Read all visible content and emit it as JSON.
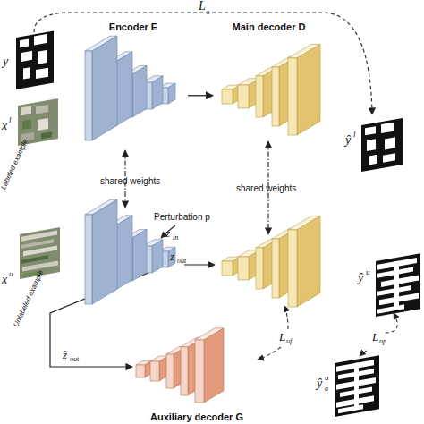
{
  "diagram": {
    "nodes": [
      {
        "text": [
          "Encoder E"
        ]
      },
      {
        "text": [
          "Main decoder D"
        ]
      },
      {
        "text": [
          "Auxiliary decoder G"
        ]
      }
    ],
    "edges": [
      {
        "from": 0,
        "to": 1,
        "arrow": "to"
      }
    ],
    "labels": [
      "L",
      "s",
      "y",
      "x",
      "l",
      "Labeled example",
      "ŷ",
      "l",
      "shared weights",
      "shared weights",
      "Perturbation p",
      "z",
      "in",
      "z",
      "out",
      "x",
      "u",
      "Unlabeled example",
      "ŷ",
      "u",
      "L",
      "uf",
      "L",
      "up",
      "z̃",
      "out",
      "ŷ",
      "u",
      "a"
    ]
  }
}
